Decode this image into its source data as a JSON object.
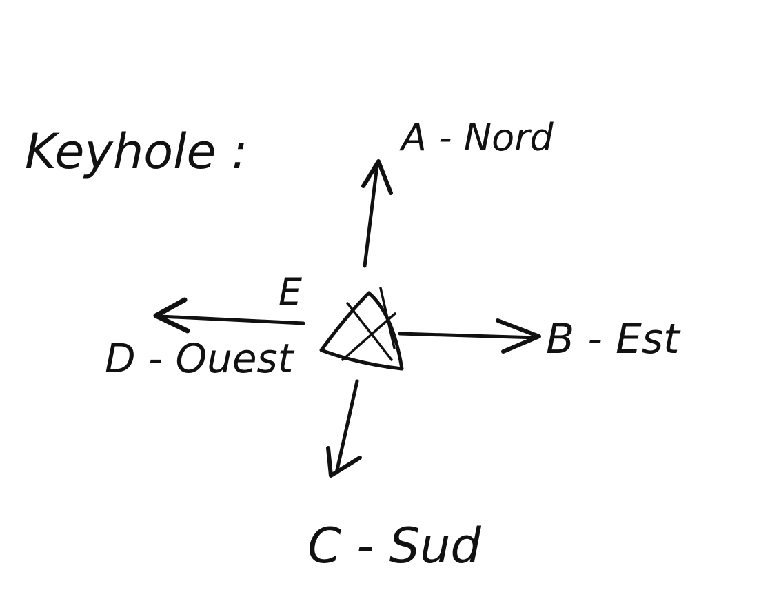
{
  "title": "Keyhole :",
  "center_label": "E",
  "directions": {
    "north": "A - Nord",
    "east": "B - Est",
    "south": "C - Sud",
    "west": "D - Ouest"
  },
  "colors": {
    "ink": "#111111",
    "background": "#ffffff"
  }
}
